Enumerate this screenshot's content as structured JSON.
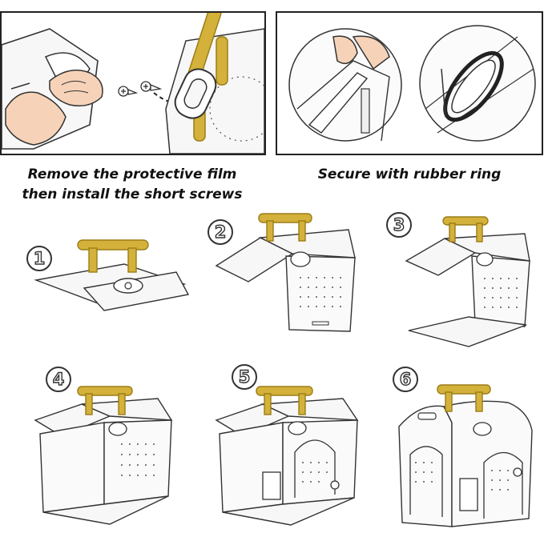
{
  "captions": {
    "left_line1": "Remove the protective film",
    "left_line2": "then install the short screws",
    "right": "Secure with rubber ring"
  },
  "steps": [
    "1",
    "2",
    "3",
    "4",
    "5",
    "6"
  ],
  "colors": {
    "gold": "#d4b13a",
    "gold_dark": "#9a7d16",
    "outline": "#333333",
    "skin": "#f6d3b8",
    "acrylic": "#f7f7f7"
  }
}
